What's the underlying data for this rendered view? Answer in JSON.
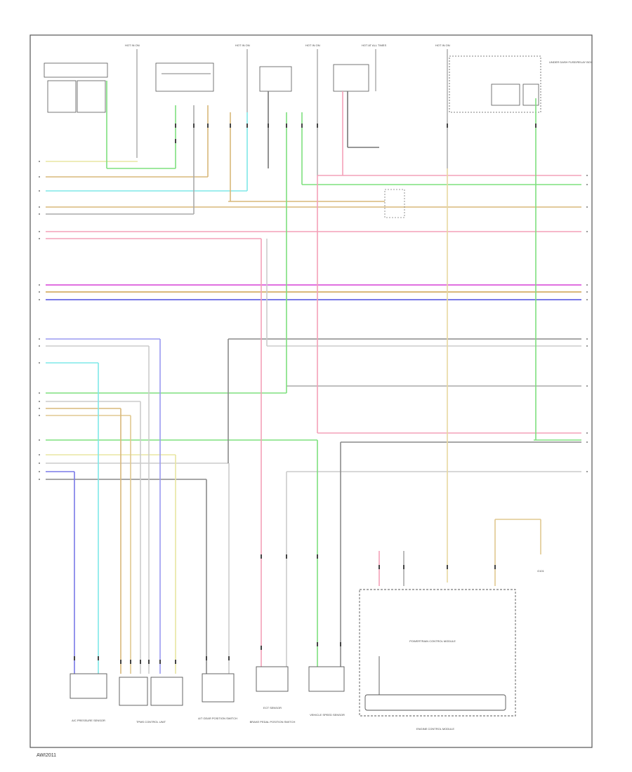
{
  "footer_code": "AWI2011",
  "colors": {
    "yellow": "#e8e5a2",
    "orange": "#d9b87a",
    "green": "#7ee07e",
    "cyan": "#7ee8e8",
    "gray": "#8a8a8a",
    "pink": "#f3a0b8",
    "magenta": "#e070e0",
    "blue": "#7a7ae8",
    "frame": "#555555"
  },
  "top_fuse_labels": [
    "HOT IN ON",
    "HOT IN ON",
    "HOT IN ON",
    "HOT AT ALL TIMES",
    "HOT IN ON"
  ],
  "right_side_label": "UNDER DASH FUSE/RELAY BOX",
  "bottom_components": [
    "A/C PRESSURE SENSOR",
    "TPMS CONTROL UNIT",
    "A/T GEAR POSITION SWITCH",
    "ECT SENSOR",
    "BRAKE PEDAL POSITION SWITCH",
    "VEHICLE SPEED SENSOR",
    "POWERTRAIN CONTROL MODULE"
  ],
  "module_label": "ENGINE CONTROL MODULE",
  "ground_label": "G101"
}
